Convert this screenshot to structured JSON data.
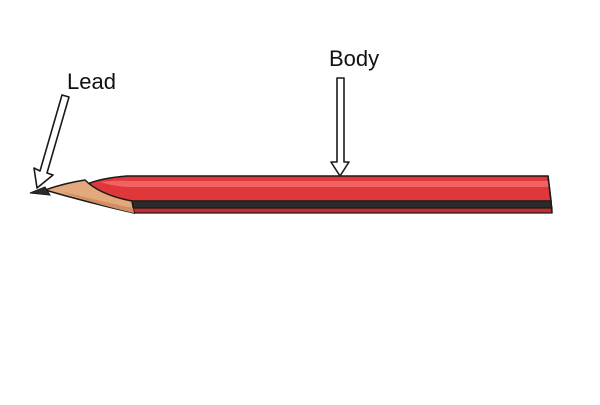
{
  "labels": {
    "lead": "Lead",
    "body": "Body"
  },
  "colors": {
    "body_red": "#e0373a",
    "body_highlight": "#f26b6b",
    "body_shadow": "#c82a2d",
    "stripe": "#2b2b2b",
    "wood": "#e3a87c",
    "wood_shadow": "#cf8f63",
    "lead": "#2b2b2b",
    "arrow_fill": "#ffffff",
    "outline": "#1a1a1a"
  },
  "icons": {
    "pencil": "pencil-illustration",
    "lead_arrow": "arrow-down-left-icon",
    "body_arrow": "arrow-down-icon"
  }
}
